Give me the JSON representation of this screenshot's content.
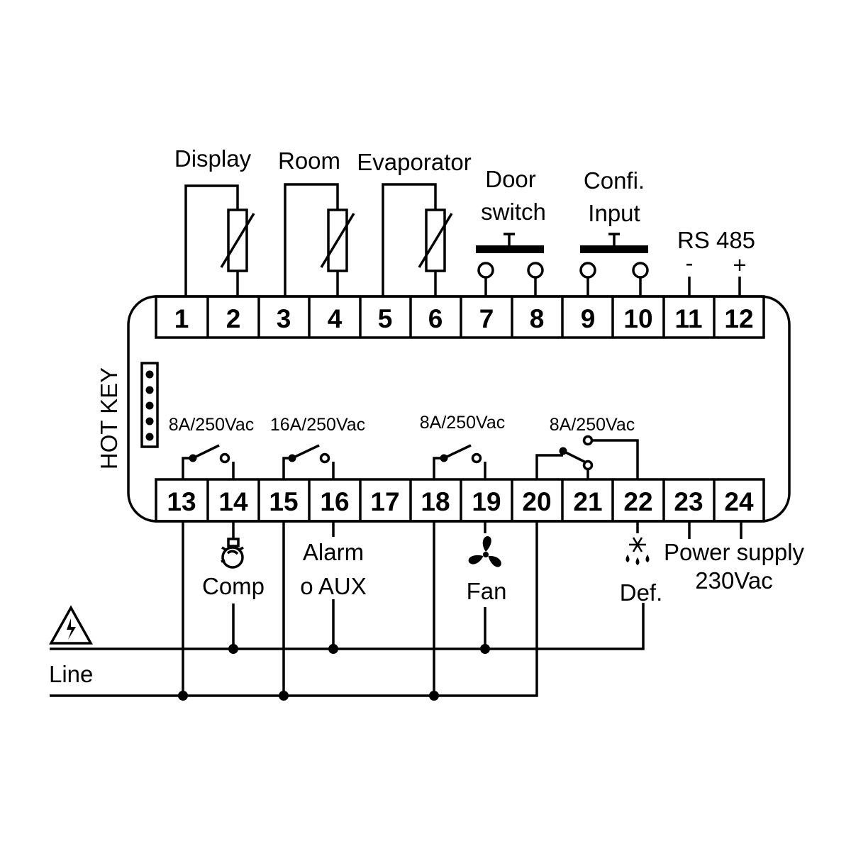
{
  "sensors": {
    "display": "Display",
    "room": "Room",
    "evaporator": "Evaporator"
  },
  "inputs": {
    "door_line1": "Door",
    "door_line2": "switch",
    "confi_line1": "Confi.",
    "confi_line2": "Input"
  },
  "rs485": {
    "label": "RS 485",
    "minus": "-",
    "plus": "+"
  },
  "hot_key": "HOT KEY",
  "terminals_top": [
    "1",
    "2",
    "3",
    "4",
    "5",
    "6",
    "7",
    "8",
    "9",
    "10",
    "11",
    "12"
  ],
  "terminals_bottom": [
    "13",
    "14",
    "15",
    "16",
    "17",
    "18",
    "19",
    "20",
    "21",
    "22",
    "23",
    "24"
  ],
  "ratings": {
    "comp": "8A/250Vac",
    "alarm": "16A/250Vac",
    "fan": "8A/250Vac",
    "defrost": "8A/250Vac"
  },
  "outputs": {
    "comp": "Comp",
    "alarm_line1": "Alarm",
    "alarm_line2": "o AUX",
    "fan": "Fan",
    "defrost": "Def.",
    "power_line1": "Power supply",
    "power_line2": "230Vac"
  },
  "line_label": "Line",
  "icons": {
    "comp": "compressor-icon",
    "fan": "fan-icon",
    "defrost": "defrost-icon",
    "hazard": "high-voltage-warning-icon"
  }
}
